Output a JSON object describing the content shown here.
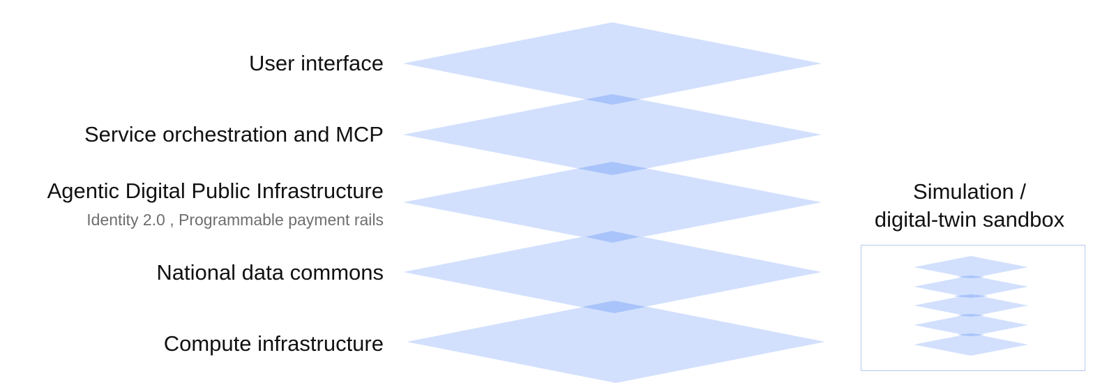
{
  "layers": [
    {
      "label": "User interface"
    },
    {
      "label": "Service orchestration and MCP"
    },
    {
      "label": "Agentic Digital Public Infrastructure",
      "sublabel": "Identity 2.0 , Programmable payment rails"
    },
    {
      "label": "National data commons"
    },
    {
      "label": "Compute infrastructure"
    }
  ],
  "sandbox": {
    "title_line1": "Simulation /",
    "title_line2": "digital-twin sandbox"
  },
  "colors": {
    "layer_fill": "#d2e0fd",
    "overlap_fill": "#a9c4fa",
    "sandbox_border": "#b5c9f2",
    "label_text": "#111111",
    "sublabel_text": "#6e6e6e"
  }
}
